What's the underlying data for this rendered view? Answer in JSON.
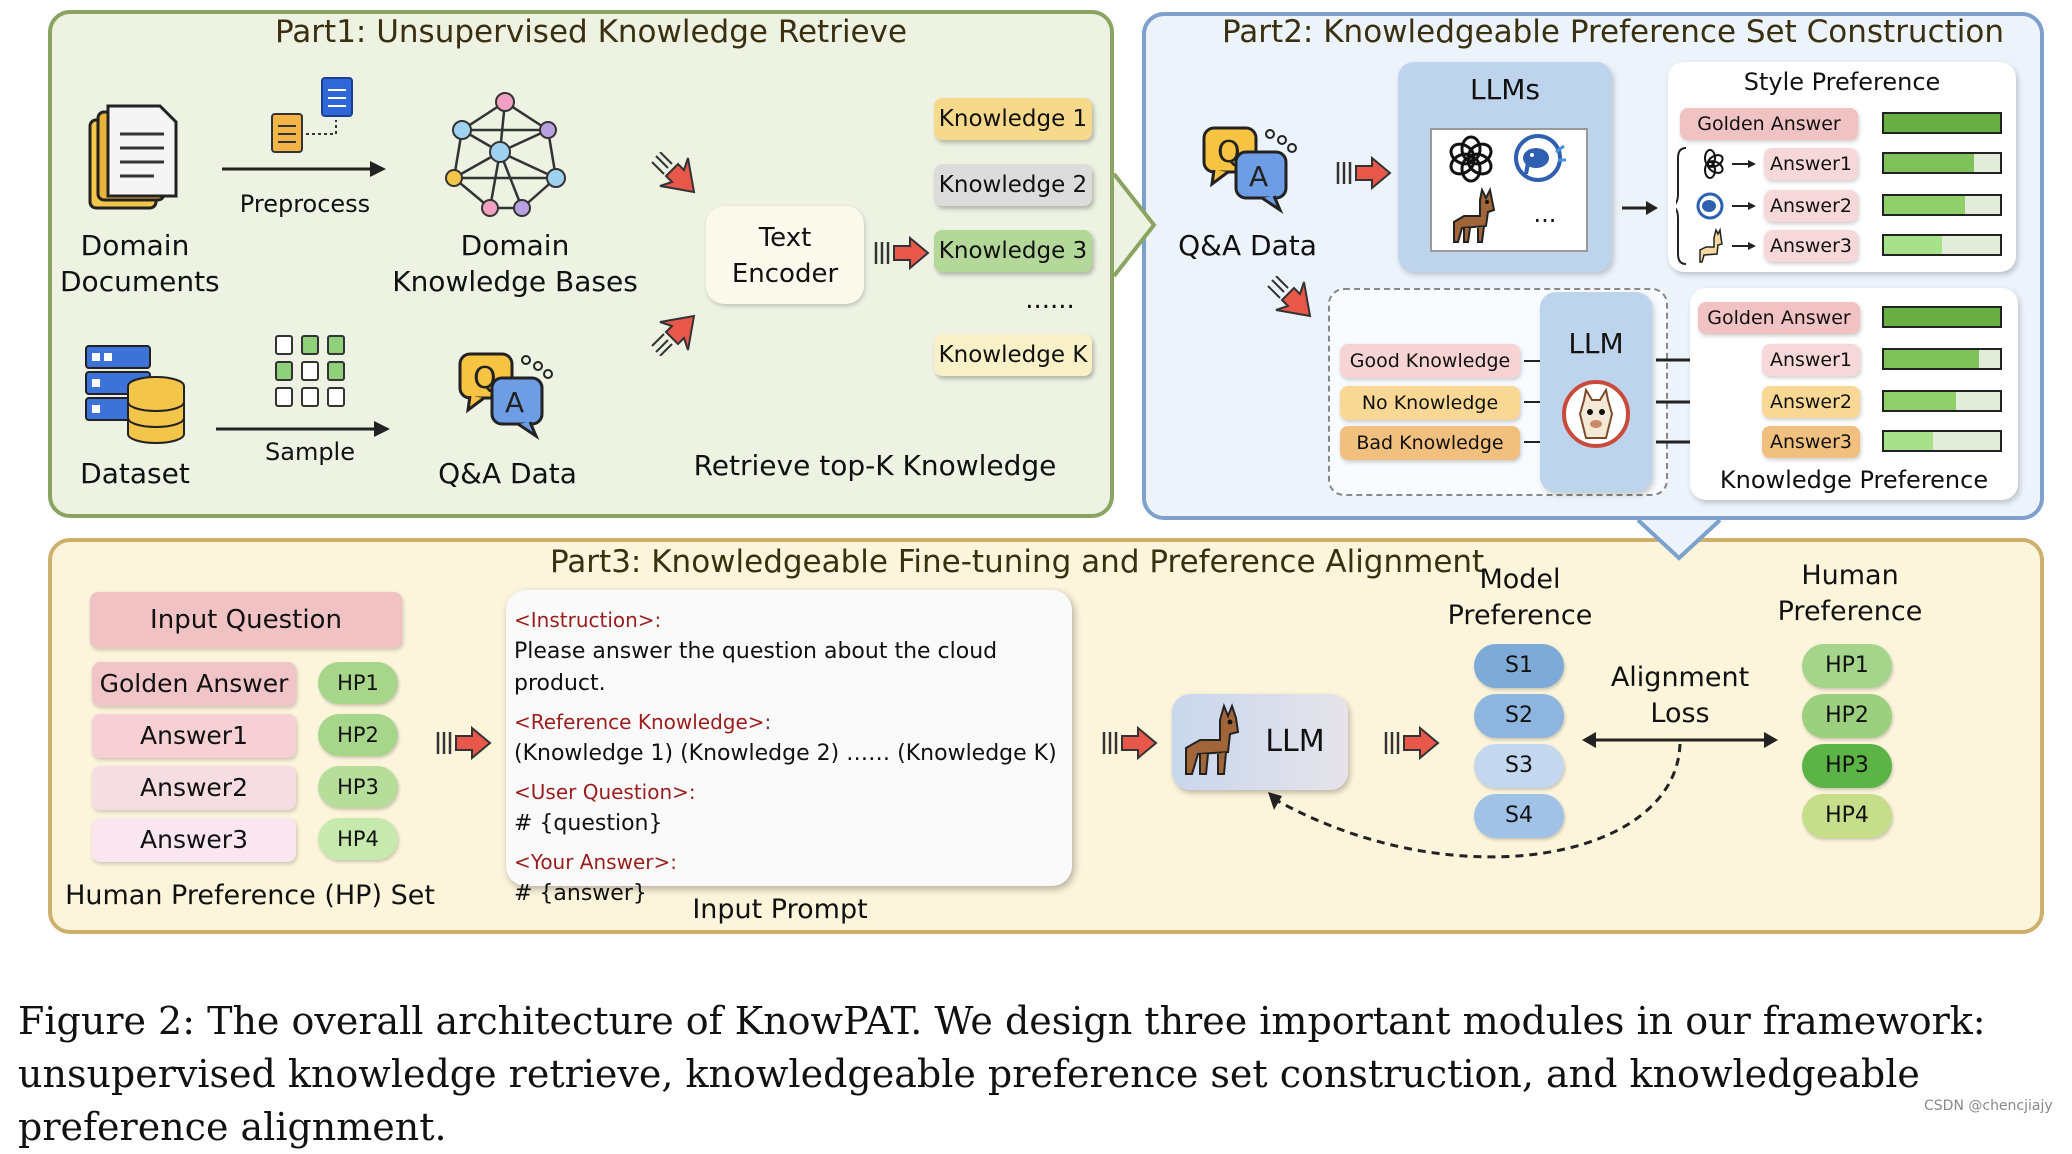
{
  "part1": {
    "title": "Part1: Unsupervised Knowledge Retrieve",
    "domain_documents": "Domain\nDocuments",
    "preprocess": "Preprocess",
    "domain_kb": "Domain\nKnowledge Bases",
    "dataset": "Dataset",
    "sample": "Sample",
    "qa_data": "Q&A Data",
    "text_encoder": "Text\nEncoder",
    "knowledge": [
      "Knowledge 1",
      "Knowledge 2",
      "Knowledge 3",
      "Knowledge K"
    ],
    "ellipsis": "......",
    "retrieve": "Retrieve top-K Knowledge"
  },
  "part2": {
    "title": "Part2: Knowledgeable Preference Set Construction",
    "qa_data": "Q&A Data",
    "llms": "LLMs",
    "llms_dots": "...",
    "style_pref": "Style Preference",
    "style_items": [
      {
        "label": "Golden Answer",
        "level": 1.0
      },
      {
        "label": "Answer1",
        "level": 0.78
      },
      {
        "label": "Answer2",
        "level": 0.7
      },
      {
        "label": "Answer3",
        "level": 0.5
      }
    ],
    "knowledge_types": [
      "Good Knowledge",
      "No Knowledge",
      "Bad Knowledge"
    ],
    "llm": "LLM",
    "know_items": [
      {
        "label": "Golden Answer",
        "level": 1.0
      },
      {
        "label": "Answer1",
        "level": 0.82
      },
      {
        "label": "Answer2",
        "level": 0.62
      },
      {
        "label": "Answer3",
        "level": 0.42
      }
    ],
    "know_pref": "Knowledge Preference"
  },
  "part3": {
    "title": "Part3: Knowledgeable Fine-tuning and  Preference Alignment",
    "input_question": "Input Question",
    "answers": [
      "Golden Answer",
      "Answer1",
      "Answer2",
      "Answer3"
    ],
    "hp": [
      "HP1",
      "HP2",
      "HP3",
      "HP4"
    ],
    "hp_set": "Human Preference (HP) Set",
    "prompt": {
      "instruction_tag": "<Instruction>:",
      "instruction": "Please answer the question about the cloud product.",
      "ref_tag": "<Reference Knowledge>:",
      "ref": "(Knowledge 1) (Knowledge 2) …… (Knowledge K)",
      "user_tag": "<User Question>:",
      "user": "# {question}",
      "answer_tag": "<Your Answer>:",
      "answer": "# {answer}"
    },
    "input_prompt": "Input Prompt",
    "llm": "LLM",
    "model_pref": "Model\nPreference",
    "s": [
      "S1",
      "S2",
      "S3",
      "S4"
    ],
    "alignment": "Alignment\nLoss",
    "human_pref": "Human\nPreference"
  },
  "caption": "Figure 2: The overall architecture of KnowPAT. We design three important modules in our framework: unsupervised knowledge retrieve, knowledgeable preference set construction, and knowledgeable preference alignment.",
  "watermark": "CSDN @chencjiajy"
}
